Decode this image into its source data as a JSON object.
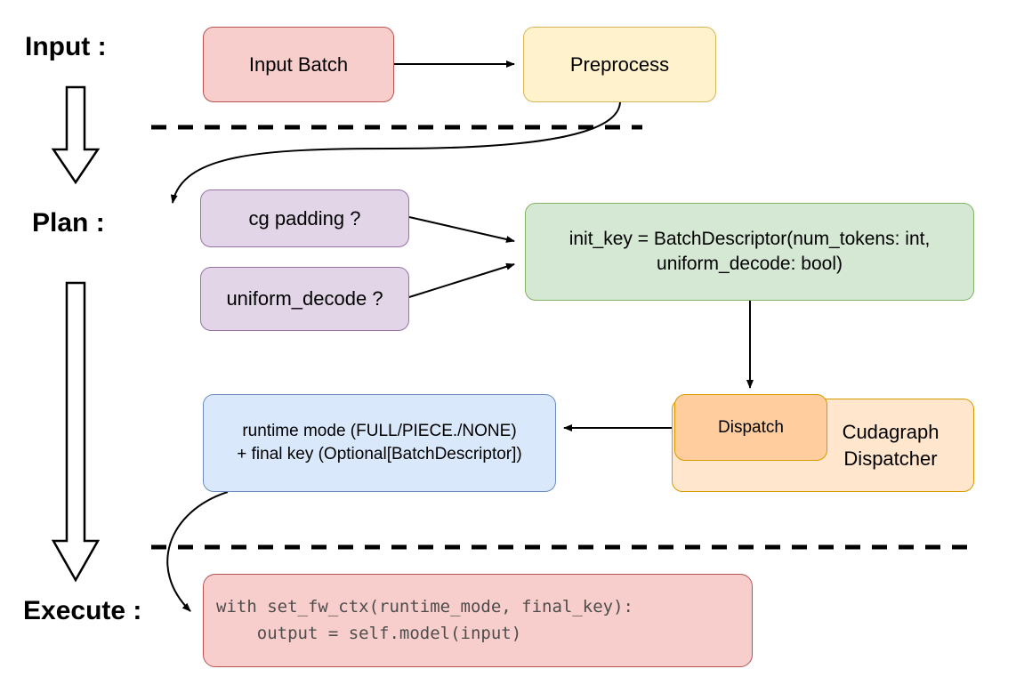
{
  "stage_labels": {
    "input": "Input :",
    "plan": "Plan :",
    "execute": "Execute :"
  },
  "nodes": {
    "input_batch": {
      "label": "Input Batch"
    },
    "preprocess": {
      "label": "Preprocess"
    },
    "cg_padding": {
      "label": "cg padding ?"
    },
    "uniform_decode": {
      "label": "uniform_decode ?"
    },
    "init_key": {
      "line1": "init_key = BatchDescriptor(num_tokens: int,",
      "line2": "uniform_decode: bool)"
    },
    "dispatch": {
      "label": "Dispatch"
    },
    "cudagraph_dispatcher": {
      "line1": "Cudagraph",
      "line2": "Dispatcher"
    },
    "runtime_mode": {
      "line1": "runtime mode (FULL/PIECE./NONE)",
      "line2": "+ final key (Optional[BatchDescriptor])"
    },
    "execute_code": {
      "line1": "with set_fw_ctx(runtime_mode, final_key):",
      "line2": "    output = self.model(input)"
    }
  },
  "colors": {
    "red_fill": "#f8cecc",
    "red_stroke": "#b85450",
    "yellow_fill": "#fff2cc",
    "yellow_stroke": "#d6b656",
    "purple_fill": "#e1d5e7",
    "purple_stroke": "#9673a6",
    "green_fill": "#d5e8d4",
    "green_stroke": "#82b366",
    "orange_fill": "#ffe6cc",
    "orange_dark_fill": "#ffcd9e",
    "orange_stroke": "#d79b00",
    "blue_fill": "#dae8fc",
    "blue_stroke": "#6c8ebf",
    "arrow": "#000000",
    "code_text": "#4d4d4d"
  }
}
